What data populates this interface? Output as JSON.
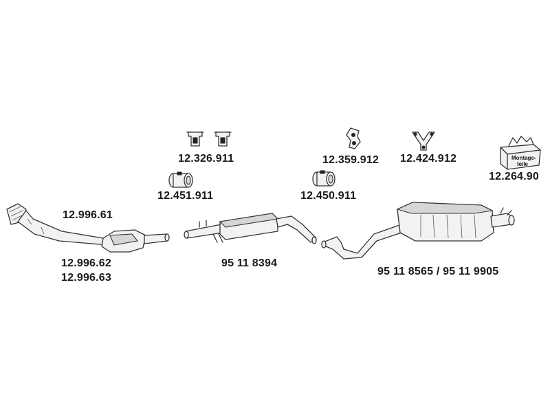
{
  "labels": {
    "bracket_pair": "12.326.911",
    "clamp_left": "12.451.911",
    "bracket_single": "12.359.912",
    "clamp_right": "12.450.911",
    "y_rubber": "12.424.912",
    "mounting_kit": "12.264.90",
    "mounting_box_line1": "Montage-",
    "mounting_box_line2": "teile",
    "front_pipe_top": "12.996.61",
    "front_pipe_bottom1": "12.996.62",
    "front_pipe_bottom2": "12.996.63",
    "middle_silencer": "95 11 8394",
    "rear_silencer": "95 11 8565 / 95 11 9905"
  }
}
